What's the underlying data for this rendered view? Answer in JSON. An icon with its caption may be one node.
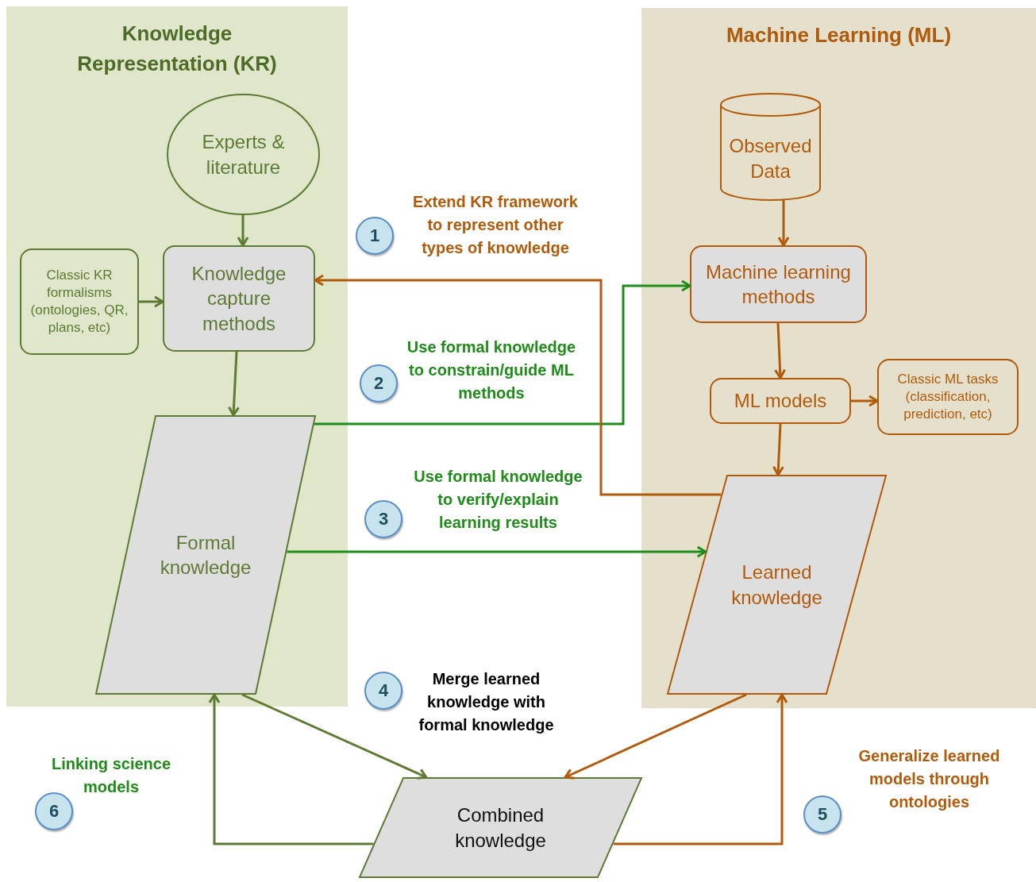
{
  "diagram": {
    "nodes": [
      {
        "text": [
          "Knowledge Representation (KR)"
        ]
      },
      {
        "text": [
          "Experts & literature"
        ],
        "in": 0
      },
      {
        "text": [
          "Classic KR formalisms (ontologies, QR, plans, etc)"
        ],
        "in": 0
      },
      {
        "text": [
          "Knowledge capture methods"
        ],
        "in": 0
      },
      {
        "text": [
          "Formal knowledge"
        ],
        "in": 0
      },
      {
        "text": [
          "Machine Learning (ML)"
        ]
      },
      {
        "text": [
          "Observed Data"
        ],
        "in": 5
      },
      {
        "text": [
          "Machine learning methods"
        ],
        "in": 5
      },
      {
        "text": [
          "ML models"
        ],
        "in": 5
      },
      {
        "text": [
          "Classic ML tasks (classification, prediction, etc)"
        ],
        "in": 5
      },
      {
        "text": [
          "Learned knowledge"
        ],
        "in": 5
      },
      {
        "text": [
          "Combined knowledge"
        ]
      },
      {
        "text": [
          "1"
        ],
        "beside": [
          "Extend KR framework to represent other types of knowledge"
        ]
      },
      {
        "text": [
          "2"
        ],
        "beside": [
          "Use formal knowledge to constrain/guide ML methods"
        ]
      },
      {
        "text": [
          "3"
        ],
        "beside": [
          "Use formal knowledge to verify/explain learning results"
        ]
      },
      {
        "text": [
          "4"
        ],
        "beside": [
          "Merge learned knowledge with formal knowledge"
        ]
      },
      {
        "text": [
          "5"
        ],
        "beside": [
          "Generalize learned models through ontologies"
        ]
      },
      {
        "text": [
          "6"
        ],
        "beside": [
          "Linking science models"
        ]
      }
    ],
    "edges": [
      {
        "from": 1,
        "to": 3,
        "arrow": "to",
        "color": "#5e7a35"
      },
      {
        "from": 2,
        "to": 3,
        "arrow": "to",
        "color": "#5e7a35"
      },
      {
        "from": 3,
        "to": 4,
        "arrow": "to",
        "color": "#5e7a35"
      },
      {
        "from": 4,
        "to": 7,
        "arrow": "to",
        "color": "#1f8c1a"
      },
      {
        "from": 4,
        "to": 10,
        "arrow": "to",
        "color": "#1f8c1a"
      },
      {
        "from": 10,
        "to": 3,
        "arrow": "to"
      },
      {
        "from": 6,
        "to": 7,
        "arrow": "to"
      },
      {
        "from": 7,
        "to": 8,
        "arrow": "to"
      },
      {
        "from": 8,
        "to": 9,
        "arrow": "to"
      },
      {
        "from": 8,
        "to": 10,
        "arrow": "to"
      },
      {
        "from": 4,
        "to": 11,
        "arrow": "to",
        "color": "#5e7a35"
      },
      {
        "from": 10,
        "to": 11,
        "arrow": "to"
      },
      {
        "from": 11,
        "to": 4,
        "arrow": "to",
        "color": "#5e7a35"
      },
      {
        "from": 11,
        "to": 10,
        "arrow": "to"
      }
    ]
  }
}
